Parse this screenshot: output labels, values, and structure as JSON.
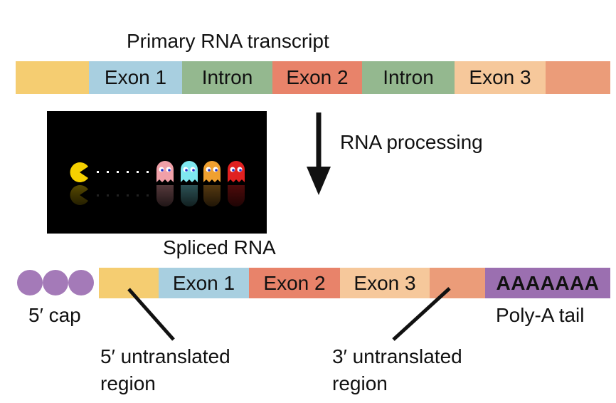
{
  "colors": {
    "utr5": "#f5cd71",
    "exon1": "#a8cfe0",
    "intron": "#94b88f",
    "exon2": "#e8836a",
    "exon3": "#f6c89b",
    "utr3": "#eb9c79",
    "cap": "#a47ab8",
    "polya": "#9b6fb0"
  },
  "primary": {
    "title": "Primary RNA transcript",
    "segments": [
      {
        "label": "",
        "color_key": "utr5"
      },
      {
        "label": "Exon 1",
        "color_key": "exon1"
      },
      {
        "label": "Intron",
        "color_key": "intron"
      },
      {
        "label": "Exon 2",
        "color_key": "exon2"
      },
      {
        "label": "Intron",
        "color_key": "intron"
      },
      {
        "label": "Exon 3",
        "color_key": "exon3"
      },
      {
        "label": "",
        "color_key": "utr3"
      }
    ]
  },
  "processing": {
    "label": "RNA processing"
  },
  "spliced": {
    "title": "Spliced RNA",
    "segments": [
      {
        "label": "",
        "color_key": "utr5"
      },
      {
        "label": "Exon 1",
        "color_key": "exon1"
      },
      {
        "label": "Exon 2",
        "color_key": "exon2"
      },
      {
        "label": "Exon 3",
        "color_key": "exon3"
      },
      {
        "label": "",
        "color_key": "utr3"
      }
    ],
    "polya_text": "AAAAAAA",
    "cap_label": "5′ cap",
    "polya_label": "Poly-A tail",
    "utr5_label": [
      "5′ untranslated",
      "region"
    ],
    "utr3_label": [
      "3′ untranslated",
      "region"
    ]
  }
}
